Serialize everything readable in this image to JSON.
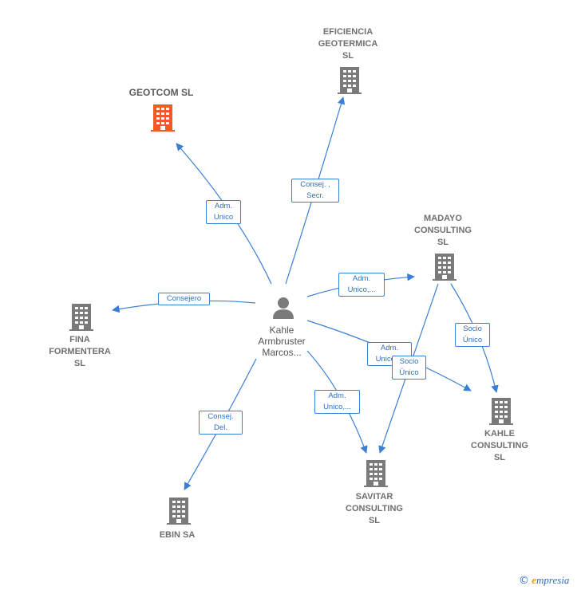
{
  "center": {
    "name": "Kahle\nArmbruster\nMarcos..."
  },
  "companies": {
    "geotcom": "GEOTCOM  SL",
    "eficiencia": "EFICIENCIA\nGEOTERMICA\nSL",
    "madayo": "MADAYO\nCONSULTING\nSL",
    "fina": "FINA\nFORMENTERA\nSL",
    "kahle": "KAHLE\nCONSULTING\nSL",
    "savitar": "SAVITAR\nCONSULTING\nSL",
    "ebin": "EBIN SA"
  },
  "edges": {
    "geotcom": "Adm.\nUnico",
    "eficiencia": "Consej. ,\nSecr.",
    "madayo": "Adm.\nUnico,...",
    "fina": "Consejero",
    "kahle_adm": "Adm.\nUnico,...",
    "savitar": "Adm.\nUnico,...",
    "ebin": "Consej.\nDel.",
    "madayo_kahle": "Socio\nÚnico",
    "madayo_savitar": "Socio\nÚnico"
  },
  "colors": {
    "highlight": "#f05a28",
    "building": "#7a7a7a",
    "link": "#3a7fd5",
    "person": "#7a7a7a"
  },
  "footer": {
    "copyright": "©",
    "brand_first": "e",
    "brand_rest": "mpresia"
  }
}
